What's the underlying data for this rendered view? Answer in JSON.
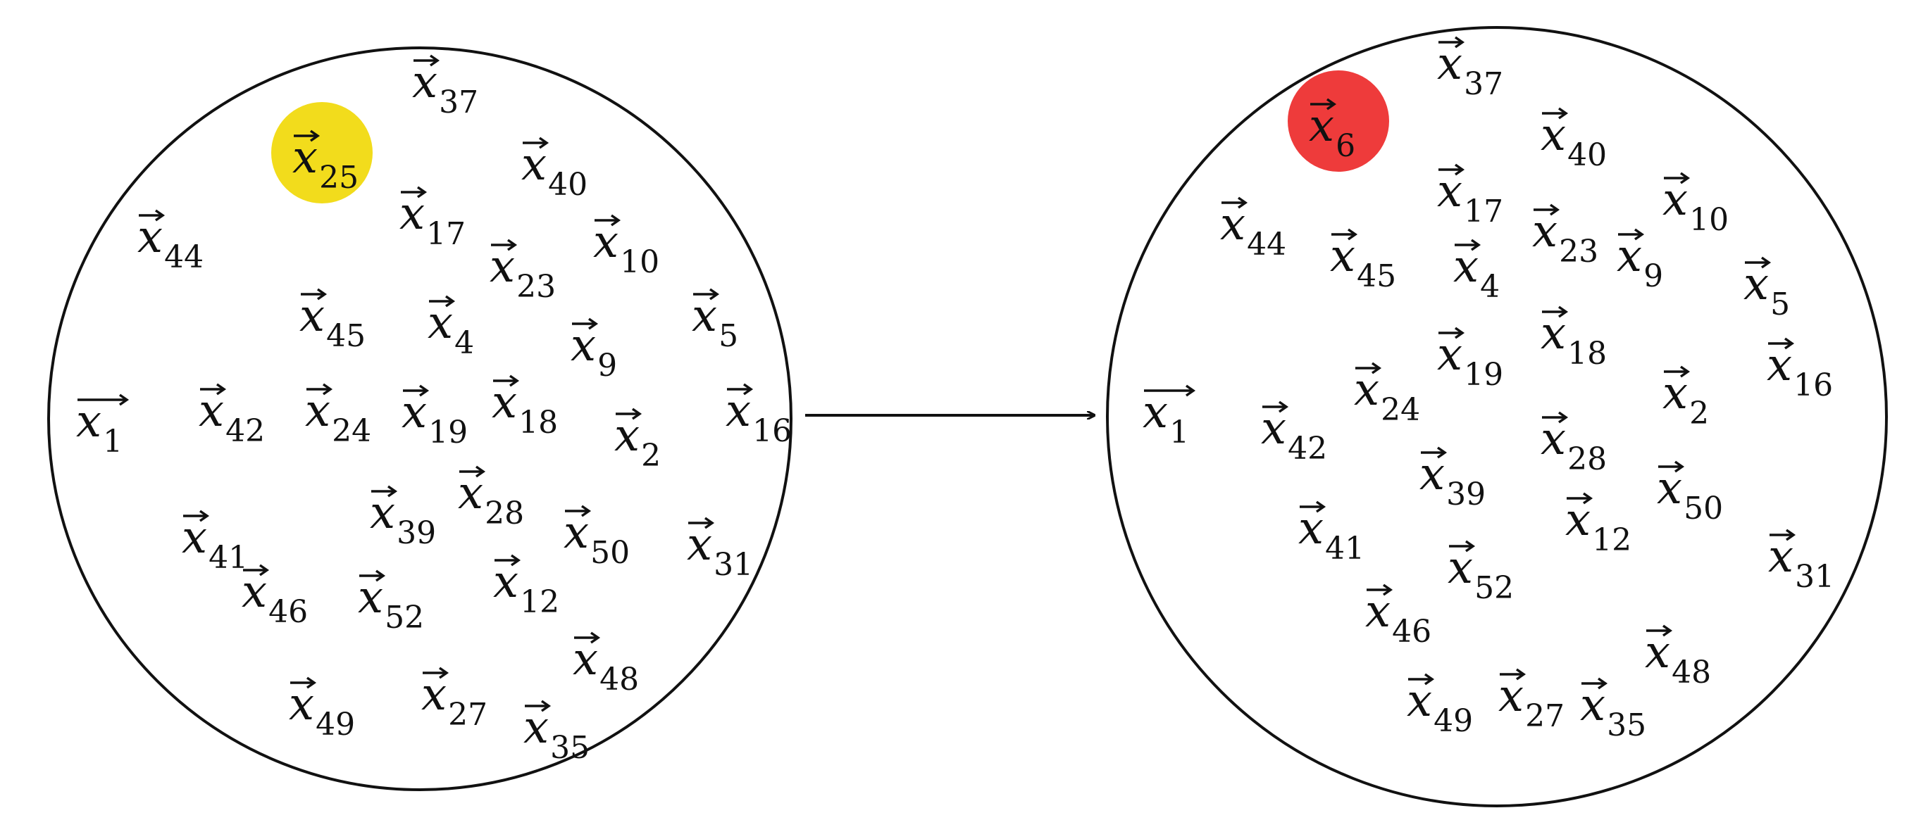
{
  "colors": {
    "highlight_left": "#f2dc1c",
    "highlight_right": "#ee3b3b",
    "stroke": "#111111"
  },
  "left_set": {
    "highlighted": "25",
    "items": [
      {
        "letter": "x",
        "sub": "1",
        "long_arrow": true
      },
      {
        "letter": "x",
        "sub": "37"
      },
      {
        "letter": "x",
        "sub": "25",
        "highlight": true
      },
      {
        "letter": "x",
        "sub": "40"
      },
      {
        "letter": "x",
        "sub": "44"
      },
      {
        "letter": "x",
        "sub": "17"
      },
      {
        "letter": "x",
        "sub": "10"
      },
      {
        "letter": "x",
        "sub": "23"
      },
      {
        "letter": "x",
        "sub": "45"
      },
      {
        "letter": "x",
        "sub": "4"
      },
      {
        "letter": "x",
        "sub": "5"
      },
      {
        "letter": "x",
        "sub": "9"
      },
      {
        "letter": "x",
        "sub": "42"
      },
      {
        "letter": "x",
        "sub": "24"
      },
      {
        "letter": "x",
        "sub": "19"
      },
      {
        "letter": "x",
        "sub": "18"
      },
      {
        "letter": "x",
        "sub": "16"
      },
      {
        "letter": "x",
        "sub": "2"
      },
      {
        "letter": "x",
        "sub": "28"
      },
      {
        "letter": "x",
        "sub": "39"
      },
      {
        "letter": "x",
        "sub": "41"
      },
      {
        "letter": "x",
        "sub": "50"
      },
      {
        "letter": "x",
        "sub": "31"
      },
      {
        "letter": "x",
        "sub": "46"
      },
      {
        "letter": "x",
        "sub": "52"
      },
      {
        "letter": "x",
        "sub": "12"
      },
      {
        "letter": "x",
        "sub": "48"
      },
      {
        "letter": "x",
        "sub": "49"
      },
      {
        "letter": "x",
        "sub": "27"
      },
      {
        "letter": "x",
        "sub": "35"
      }
    ]
  },
  "right_set": {
    "highlighted": "6",
    "items": [
      {
        "letter": "x",
        "sub": "1",
        "long_arrow": true
      },
      {
        "letter": "x",
        "sub": "6",
        "highlight": true
      },
      {
        "letter": "x",
        "sub": "37"
      },
      {
        "letter": "x",
        "sub": "40"
      },
      {
        "letter": "x",
        "sub": "17"
      },
      {
        "letter": "x",
        "sub": "10"
      },
      {
        "letter": "x",
        "sub": "44"
      },
      {
        "letter": "x",
        "sub": "45"
      },
      {
        "letter": "x",
        "sub": "4"
      },
      {
        "letter": "x",
        "sub": "23"
      },
      {
        "letter": "x",
        "sub": "9"
      },
      {
        "letter": "x",
        "sub": "5"
      },
      {
        "letter": "x",
        "sub": "19"
      },
      {
        "letter": "x",
        "sub": "18"
      },
      {
        "letter": "x",
        "sub": "24"
      },
      {
        "letter": "x",
        "sub": "2"
      },
      {
        "letter": "x",
        "sub": "16"
      },
      {
        "letter": "x",
        "sub": "42"
      },
      {
        "letter": "x",
        "sub": "28"
      },
      {
        "letter": "x",
        "sub": "39"
      },
      {
        "letter": "x",
        "sub": "50"
      },
      {
        "letter": "x",
        "sub": "41"
      },
      {
        "letter": "x",
        "sub": "12"
      },
      {
        "letter": "x",
        "sub": "52"
      },
      {
        "letter": "x",
        "sub": "31"
      },
      {
        "letter": "x",
        "sub": "46"
      },
      {
        "letter": "x",
        "sub": "48"
      },
      {
        "letter": "x",
        "sub": "49"
      },
      {
        "letter": "x",
        "sub": "27"
      },
      {
        "letter": "x",
        "sub": "35"
      }
    ]
  }
}
